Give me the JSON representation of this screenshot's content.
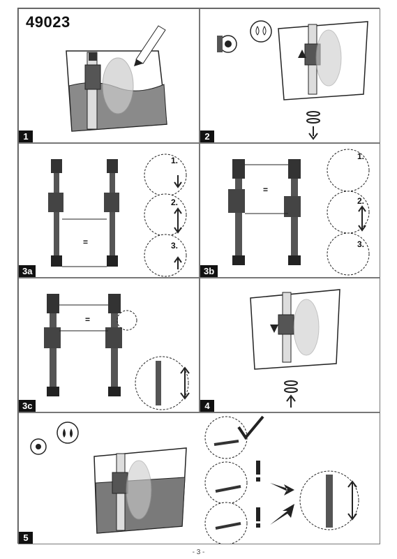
{
  "header": {
    "product_code": "49023"
  },
  "steps": [
    {
      "id": "1",
      "label": "1"
    },
    {
      "id": "2",
      "label": "2"
    },
    {
      "id": "3a",
      "label": "3a",
      "substeps": [
        "1.",
        "2.",
        "3."
      ]
    },
    {
      "id": "3b",
      "label": "3b",
      "substeps": [
        "1.",
        "2.",
        "3."
      ]
    },
    {
      "id": "3c",
      "label": "3c"
    },
    {
      "id": "4",
      "label": "4"
    },
    {
      "id": "5",
      "label": "5"
    }
  ],
  "equal_sign": "=",
  "footer": {
    "page_number": "- 3 -"
  }
}
